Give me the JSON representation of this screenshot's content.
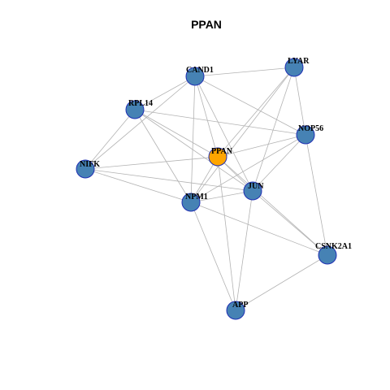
{
  "title": "PPAN",
  "colors": {
    "node_default": "#4682b4",
    "node_focus": "#ffa500",
    "node_border": "#1f2fb3",
    "edge": "#b3b3b3"
  },
  "nodes": [
    {
      "id": "PPAN",
      "label": "PPAN",
      "focus": true
    },
    {
      "id": "CAND1",
      "label": "CAND1",
      "focus": false
    },
    {
      "id": "LYAR",
      "label": "LYAR",
      "focus": false
    },
    {
      "id": "RPL14",
      "label": "RPL14",
      "focus": false
    },
    {
      "id": "NOP56",
      "label": "NOP56",
      "focus": false
    },
    {
      "id": "NIFK",
      "label": "NIFK",
      "focus": false
    },
    {
      "id": "JUN",
      "label": "JUN",
      "focus": false
    },
    {
      "id": "NPM1",
      "label": "NPM1",
      "focus": false
    },
    {
      "id": "CSNK2A1",
      "label": "CSNK2A1",
      "focus": false
    },
    {
      "id": "APP",
      "label": "APP",
      "focus": false
    }
  ],
  "edges": [
    [
      "CAND1",
      "LYAR"
    ],
    [
      "CAND1",
      "RPL14"
    ],
    [
      "CAND1",
      "NIFK"
    ],
    [
      "CAND1",
      "PPAN"
    ],
    [
      "CAND1",
      "NPM1"
    ],
    [
      "CAND1",
      "JUN"
    ],
    [
      "CAND1",
      "NOP56"
    ],
    [
      "LYAR",
      "NOP56"
    ],
    [
      "LYAR",
      "PPAN"
    ],
    [
      "LYAR",
      "NPM1"
    ],
    [
      "LYAR",
      "JUN"
    ],
    [
      "RPL14",
      "NOP56"
    ],
    [
      "RPL14",
      "PPAN"
    ],
    [
      "RPL14",
      "NPM1"
    ],
    [
      "RPL14",
      "NIFK"
    ],
    [
      "RPL14",
      "JUN"
    ],
    [
      "NOP56",
      "PPAN"
    ],
    [
      "NOP56",
      "NPM1"
    ],
    [
      "NOP56",
      "JUN"
    ],
    [
      "NOP56",
      "CSNK2A1"
    ],
    [
      "NIFK",
      "PPAN"
    ],
    [
      "NIFK",
      "NPM1"
    ],
    [
      "NIFK",
      "JUN"
    ],
    [
      "PPAN",
      "NPM1"
    ],
    [
      "PPAN",
      "JUN"
    ],
    [
      "PPAN",
      "APP"
    ],
    [
      "PPAN",
      "CSNK2A1"
    ],
    [
      "NPM1",
      "JUN"
    ],
    [
      "NPM1",
      "APP"
    ],
    [
      "NPM1",
      "CSNK2A1"
    ],
    [
      "JUN",
      "APP"
    ],
    [
      "JUN",
      "CSNK2A1"
    ],
    [
      "CSNK2A1",
      "APP"
    ]
  ]
}
